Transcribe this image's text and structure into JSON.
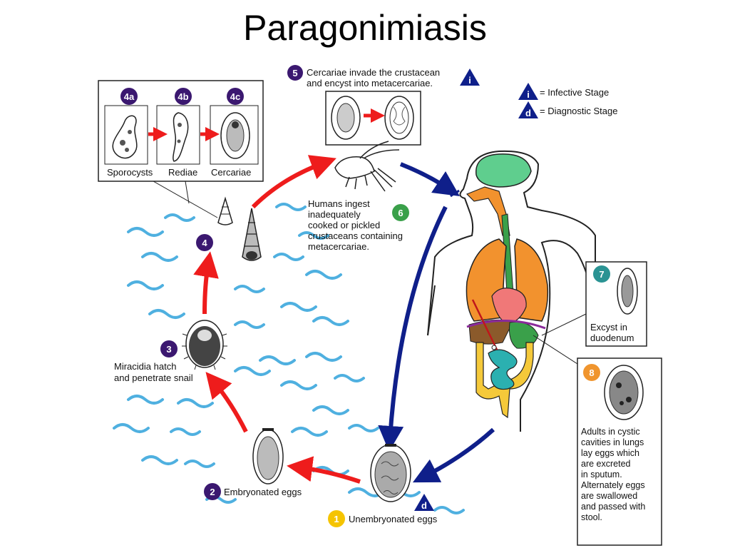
{
  "title": "Paragonimiasis",
  "legend": {
    "infective_symbol": "i",
    "infective_label": "= Infective Stage",
    "diagnostic_symbol": "d",
    "diagnostic_label": "= Diagnostic Stage"
  },
  "stages": {
    "s1": {
      "number": "1",
      "lines": [
        "Unembryonated eggs"
      ]
    },
    "s2": {
      "number": "2",
      "lines": [
        "Embryonated eggs"
      ]
    },
    "s3": {
      "number": "3",
      "lines": [
        "Miracidia hatch",
        "and penetrate snail"
      ]
    },
    "s4": {
      "number": "4"
    },
    "s4a": {
      "number": "4a"
    },
    "s4b": {
      "number": "4b"
    },
    "s4c": {
      "number": "4c"
    },
    "s4_labels": [
      "Sporocysts",
      "Rediae",
      "Cercariae"
    ],
    "s5": {
      "number": "5",
      "lines": [
        "Cercariae invade the crustacean",
        "and encyst into metacercariae."
      ]
    },
    "s6": {
      "number": "6",
      "lines": [
        "Humans ingest",
        "inadequately",
        "cooked or pickled",
        "crustaceans containing",
        "metacercariae."
      ]
    },
    "s7": {
      "number": "7",
      "lines": [
        "Excyst in",
        "duodenum"
      ]
    },
    "s8": {
      "number": "8",
      "lines": [
        "Adults in cystic",
        "cavities in lungs",
        "lay eggs which",
        "are excreted",
        "in sputum.",
        "Alternately eggs",
        "are swallowed",
        "and passed with",
        "stool."
      ]
    }
  },
  "colors": {
    "environment_arrow": "#ee1c1c",
    "human_arrow": "#0f1f8a",
    "water": "#4fb0e0",
    "stage_purple": "#3b1870",
    "stage_yellow": "#f5c400",
    "stage_green": "#3aa04a",
    "stage_teal": "#2a9393",
    "stage_orange": "#f0952e",
    "brain": "#5fce8e",
    "lungs": "#f2922e",
    "heart": "#f07878",
    "intestine": "#2bb0b0",
    "colon": "#f5c93a"
  }
}
